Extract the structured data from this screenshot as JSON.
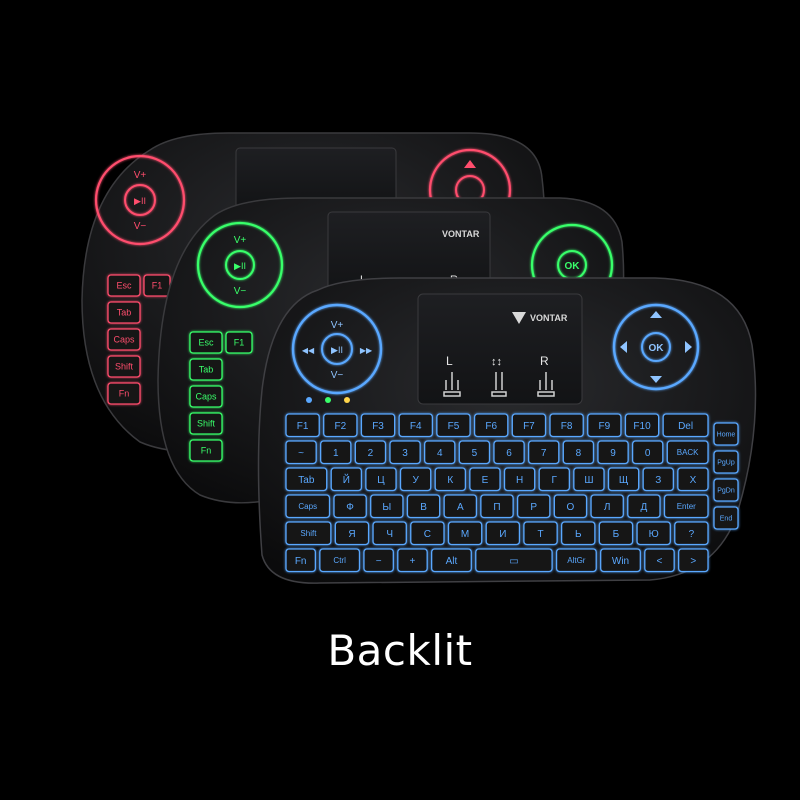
{
  "caption": "Backlit",
  "brand": "VONTAR",
  "touchpad_labels": {
    "left": "L",
    "scroll": "↕↕",
    "right": "R"
  },
  "dpad": {
    "up": "V+",
    "down": "V−",
    "center": "▶II",
    "left": "◀◀",
    "right": "▶▶",
    "ok": "OK"
  },
  "keyboards": [
    {
      "id": "red",
      "backlight": "#ff4d6d"
    },
    {
      "id": "green",
      "backlight": "#39ff6a"
    },
    {
      "id": "blue",
      "backlight": "#5aa8ff"
    }
  ],
  "key_rows": [
    [
      "F1",
      "F2",
      "F3",
      "F4",
      "F5",
      "F6",
      "F7",
      "F8",
      "F9",
      "F10",
      "Del"
    ],
    [
      "~",
      "1",
      "2",
      "3",
      "4",
      "5",
      "6",
      "7",
      "8",
      "9",
      "0",
      "BACK"
    ],
    [
      "Tab",
      "Й",
      "Ц",
      "У",
      "К",
      "Е",
      "Н",
      "Г",
      "Ш",
      "Щ",
      "З",
      "Х"
    ],
    [
      "Caps",
      "Ф",
      "Ы",
      "В",
      "А",
      "П",
      "Р",
      "О",
      "Л",
      "Д",
      "Enter"
    ],
    [
      "Shift",
      "Я",
      "Ч",
      "С",
      "М",
      "И",
      "Т",
      "Ь",
      "Б",
      "Ю",
      "?"
    ],
    [
      "Fn",
      "Ctrl",
      "−",
      "+",
      "Alt",
      "▭",
      "AltGr",
      "Win",
      "<",
      ">"
    ]
  ],
  "left_front_keys": [
    "Esc",
    "F1",
    "Tab",
    "Caps",
    "Shift",
    "Fn"
  ],
  "side_keys": [
    "Home",
    "PgUp",
    "PgDn",
    "End"
  ]
}
